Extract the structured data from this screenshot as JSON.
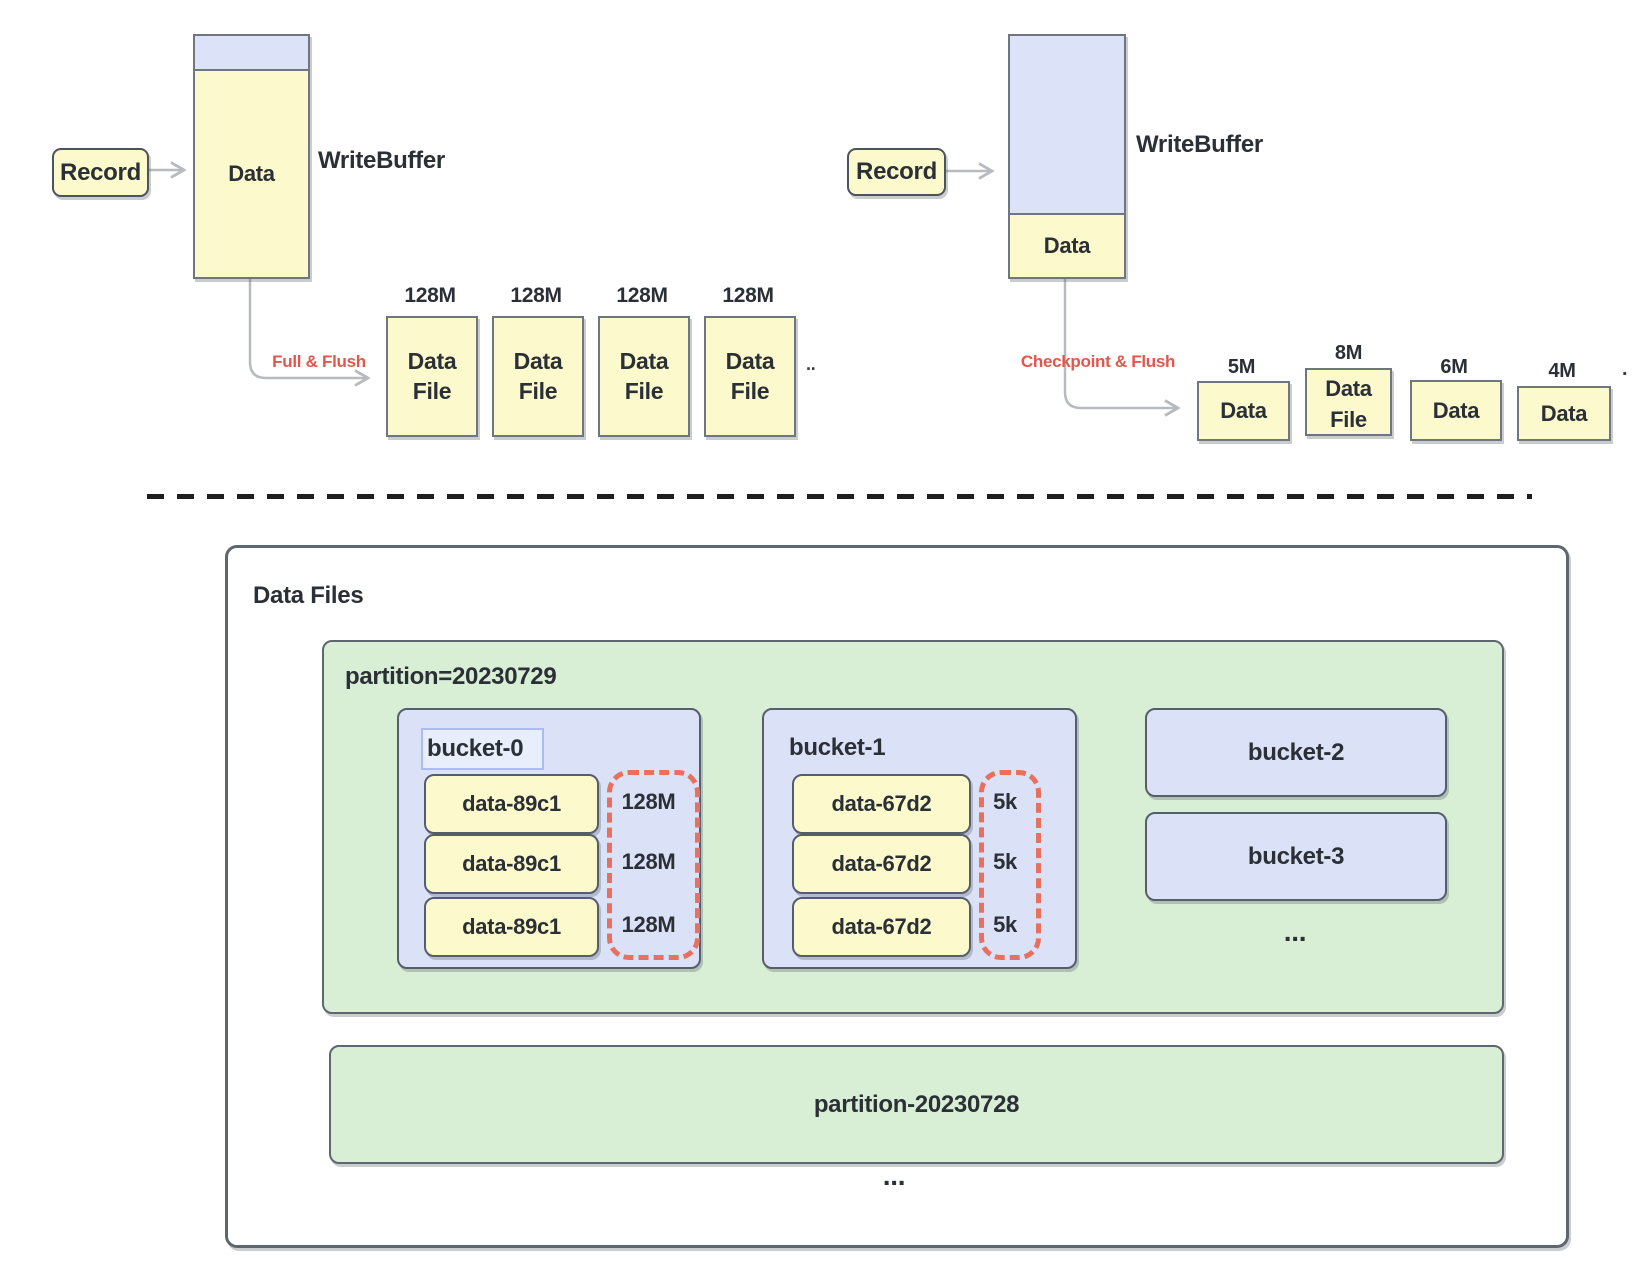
{
  "top": {
    "left": {
      "record": "Record",
      "buffer_label": "WriteBuffer",
      "buffer_data": "Data",
      "flush_label": "Full & Flush",
      "files": [
        {
          "size": "128M",
          "label": "Data File"
        },
        {
          "size": "128M",
          "label": "Data File"
        },
        {
          "size": "128M",
          "label": "Data File"
        },
        {
          "size": "128M",
          "label": "Data File"
        }
      ],
      "more": ".."
    },
    "right": {
      "record": "Record",
      "buffer_label": "WriteBuffer",
      "buffer_data": "Data",
      "flush_label": "Checkpoint & Flush",
      "files": [
        {
          "size": "5M",
          "label": "Data"
        },
        {
          "size": "8M",
          "label": "Data File"
        },
        {
          "size": "6M",
          "label": "Data"
        },
        {
          "size": "4M",
          "label": "Data"
        }
      ],
      "more": "."
    }
  },
  "bottom": {
    "title": "Data Files",
    "partition1": {
      "label": "partition=20230729",
      "buckets": [
        {
          "label": "bucket-0",
          "files": [
            "data-89c1",
            "data-89c1",
            "data-89c1"
          ],
          "sizes": [
            "128M",
            "128M",
            "128M"
          ]
        },
        {
          "label": "bucket-1",
          "files": [
            "data-67d2",
            "data-67d2",
            "data-67d2"
          ],
          "sizes": [
            "5k",
            "5k",
            "5k"
          ]
        },
        {
          "label": "bucket-2"
        },
        {
          "label": "bucket-3"
        }
      ],
      "more": "..."
    },
    "partition2": {
      "label": "partition-20230728"
    },
    "more": "..."
  },
  "colors": {
    "yellow_fill": "#fcf9cd",
    "blue_fill": "#dce3f9",
    "green_fill": "#d9efd5",
    "bucket_blue": "#dbe2f8",
    "red_accent": "#e2564c",
    "red_dashed": "#e7705e",
    "border_gray": "#6e7781",
    "border_dark": "#555e6c",
    "arrow_gray": "#b7babe",
    "text": "#2b3036"
  }
}
